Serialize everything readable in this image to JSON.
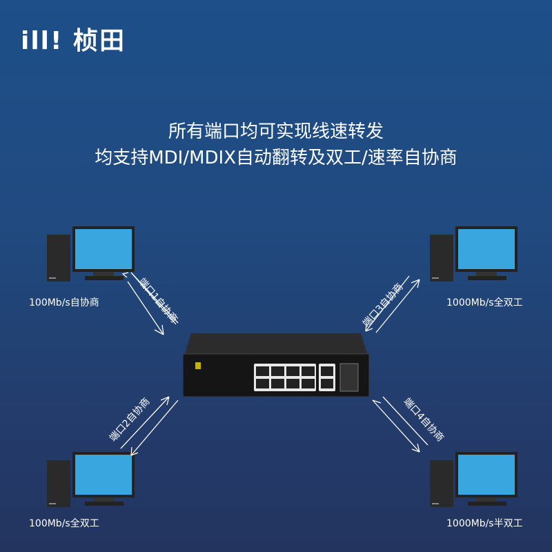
{
  "logo": {
    "mark": "ill!",
    "name": "桢田"
  },
  "headline": [
    "所有端口均可实现线速转发",
    "均支持MDI/MDIX自动翻转及双工/速率自协商"
  ],
  "ports": [
    {
      "label": "端口1自协商",
      "device": "100Mb/s自协商"
    },
    {
      "label": "端口2自协商",
      "device": "100Mb/s全双工"
    },
    {
      "label": "端口3自协商",
      "device": "1000Mb/s全双工"
    },
    {
      "label": "端口4自协商",
      "device": "1000Mb/s半双工"
    }
  ],
  "colors": {
    "arrow": "#ffffff",
    "screen": "#3aa6df"
  }
}
